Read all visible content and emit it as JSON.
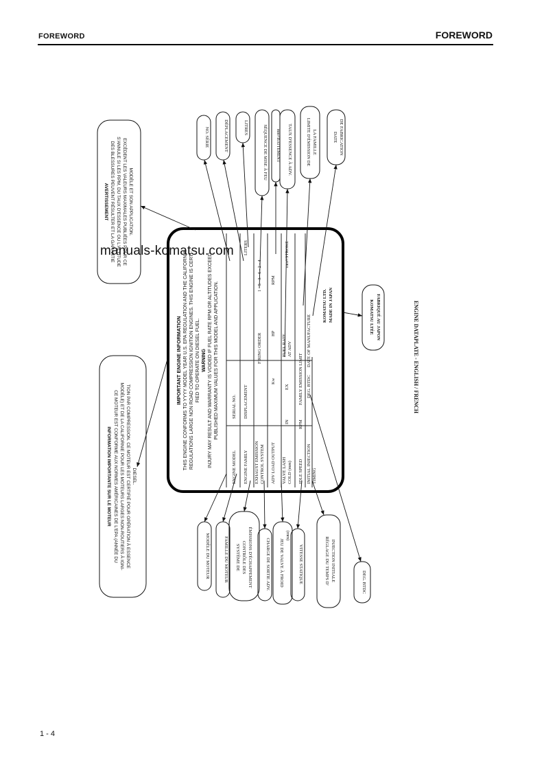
{
  "header": {
    "left_title": "FOREWORD",
    "right_title": "FOREWORD"
  },
  "page_number": "1 - 4",
  "watermark": "manuals-komatsu.com",
  "caption": "ENGINE DATAPLATE - ENGLISH / FRENCH",
  "plate": {
    "title": "IMPORTANT ENGINE INFORMATION",
    "intro1": "THIS ENGINE CONFORMS TO YYYY MODEL YEAR U.S. EPA REGULATION AND THE CALIFORNIA",
    "intro2": "REGULATIONS LARGE NON ROAD COMPRESSION IGNITION ENGINES. THIS ENGINE IS CERTI-",
    "intro3": "FIED TO OPERATE ON DIESEL FUEL.",
    "warning_title": "WARNING",
    "warning1": "INJURY MAY RESULT AND WARRANTY IS VOIDED IF FUEL RATE RPM OR ALTITUDES EXCEED",
    "warning2": "PUBLISHED MAXIMUM VALUES FOR THIS MODEL AND APPLICATION.",
    "engine_model": "ENGINE MODEL",
    "engine_family": "ENGINE FAMILY",
    "exhaust_emission": "EXHAUST EMISSION",
    "control_system": "CONTROL SYSTEM",
    "adv_load_output": "ADV LOAD OUTPUT",
    "valve_lash": "VALVE LASH",
    "cold_mm": "COLD (mm)",
    "in": "IN",
    "ex": "EX",
    "idle_speed": "IDLE SPEED",
    "initial_injection": "INITIAL INJECTION",
    "timing": "TIMING",
    "serial_no": "SERIAL NO.",
    "displacement": "DISPLACEMENT",
    "firing_order": "FIRING ORDER",
    "firing_order_value": "1 - 5 - 3 - 6 - 2 - 4",
    "liters": "LITERS",
    "kw": "Kw",
    "hp": "HP",
    "rpm": "RPM",
    "fuel_rate": "FUEL RATE",
    "at_adv": "AT ADV",
    "stroke": "mm³/STROKE",
    "rpm2": "RPM",
    "family_emission_limit": "FAMILY EMISSION LIMIT",
    "date_of_manufacture": "DATE OF MANUFACTURE",
    "deg_btdc": "DEG. BTDC",
    "maker1": "KOMATSU LTD.",
    "maker2": "MADE IN JAPAN"
  },
  "callouts": {
    "avertissement_title": "AVERTISSEMENT",
    "avertissement1": "DES BLESSURES PEUVENT RÉSULTER ET LA GARANTIE",
    "avertissement2": "S'ANNULE SI LES RPM, DU TAUX D'ESSENCE OU L'ALTITUDE",
    "avertissement3": "EXCÈDENT LES VALEURS MAXIMALES PUBLIÉES POUR CE",
    "avertissement4": "MODÈLE ET SON APPLICATION.",
    "info_title": "INFORMATION IMPORTANTE SUR LE MOTEUR",
    "info1": "CE MOTEUR EST CONFORME AUX NORMES AMÉRICAINES DE L'EPA (ANNÉE DU",
    "info2": "MODÈLE) ET DE LA CALIFORNIE POUR LES MOTEURS LARGES NON-ROUTIERS À IGNI-",
    "info3": "TION PAR COMPRESSION. CE MOTEUR EST CERTIFIÉ POUR OPÉRATION À ESSENCE",
    "info4": "DIESEL.",
    "no_serie": "NO. SÉRIE",
    "deplacement": "DÉPLACEMENT",
    "litres": "LITRES",
    "sequence": "SÉQUENCE DE MISE À FEU",
    "mm3_battement": "mm³/BATTEMENT",
    "taux_essence": "TAUX D'ESSENCE À ADV.",
    "limite1": "LIMITE D'ÉMISSION DE",
    "limite2": "LA FAMILLE",
    "date1": "DATE",
    "date2": "DE FABRICATION",
    "komatsu_ltee": "KOMATSU LTÉE",
    "fabrique": "FABRIQUÉ AU JAPON",
    "modele_moteur": "MODÈLE DU MOTEUR",
    "famille_moteur": "FAMILLE DU MOTEUR",
    "systeme1": "SYSTÈME DE",
    "systeme2": "CONTRÔLE DES",
    "systeme3": "ÉMISSIONS D'ÉCHAPPEMENT",
    "charge": "CHARGE DE SORTIE ADV.",
    "jeu1": "JEU DE VALVE À FROID",
    "jeu2": "(mm)",
    "vitesse": "VITESSE STATIQUE",
    "reglage1": "RÉGLAGE DU TEMPS D'",
    "reglage2": "INJECTION INITIALE",
    "dec_btdc": "DEG. BTDC"
  }
}
